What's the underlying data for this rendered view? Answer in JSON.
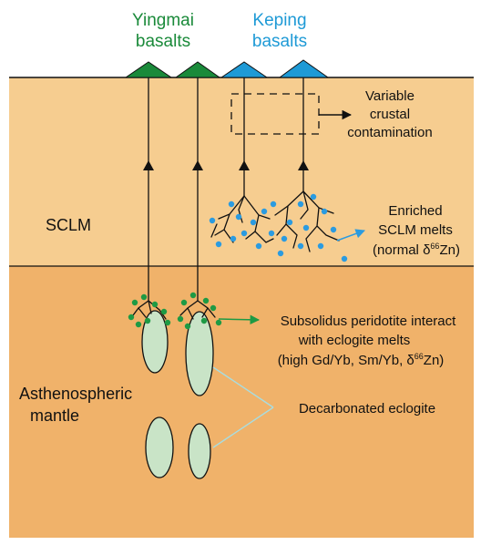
{
  "labels": {
    "yingmai_line1": "Yingmai",
    "yingmai_line2": "basalts",
    "keping_line1": "Keping",
    "keping_line2": "basalts",
    "sclm": "SCLM",
    "asthenosphere_line1": "Asthenospheric",
    "asthenosphere_line2": "mantle",
    "crustal_line1": "Variable",
    "crustal_line2": "crustal",
    "crustal_line3": "contamination",
    "enriched_line1": "Enriched",
    "enriched_line2": "SCLM melts",
    "enriched_line3_prefix": "(normal ",
    "delta_symbol": "δ",
    "zn_isotope_superscript": "66",
    "enriched_line3_suffix": "Zn)",
    "interact_line1": "Subsolidus peridotite interact",
    "interact_line2": "with eclogite melts",
    "interact_line3_prefix": "(high Gd/Yb, Sm/Yb, ",
    "interact_line3_suffix": "Zn)",
    "eclogite": "Decarbonated eclogite"
  },
  "colors": {
    "yingmai_green": "#1a8a3a",
    "keping_blue": "#1e9ad6",
    "sclm_layer": "#f6cd90",
    "asthenosphere_layer": "#f0b26a",
    "eclogite_fill": "#c9e4c7",
    "eclogite_pointer": "#a8dde0",
    "melt_dot_blue": "#2b9be0",
    "melt_dot_green": "#1e9a44"
  }
}
